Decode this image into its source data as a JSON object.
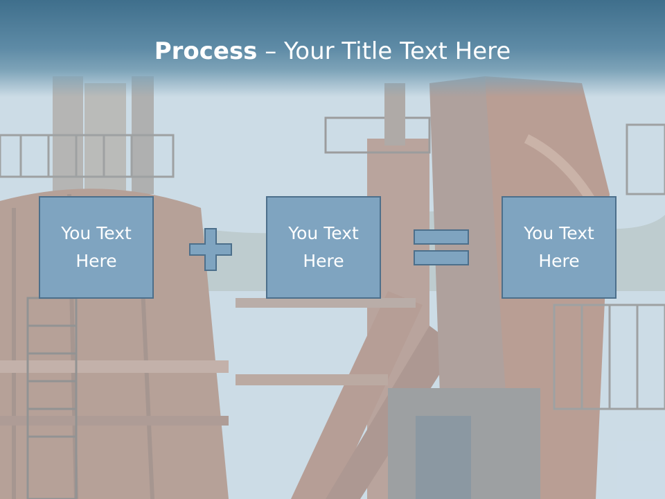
{
  "slide": {
    "title_bold": "Process",
    "title_rest": " – Your Title Text Here",
    "background": "industrial-plant-photo",
    "accent_color": "#7fa4c0",
    "border_color": "#4c6f8b",
    "boxes": [
      {
        "label": "You Text\nHere"
      },
      {
        "label": "You Text\nHere"
      },
      {
        "label": "You Text\nHere"
      }
    ],
    "operators": [
      "plus-icon",
      "equals-icon"
    ]
  }
}
